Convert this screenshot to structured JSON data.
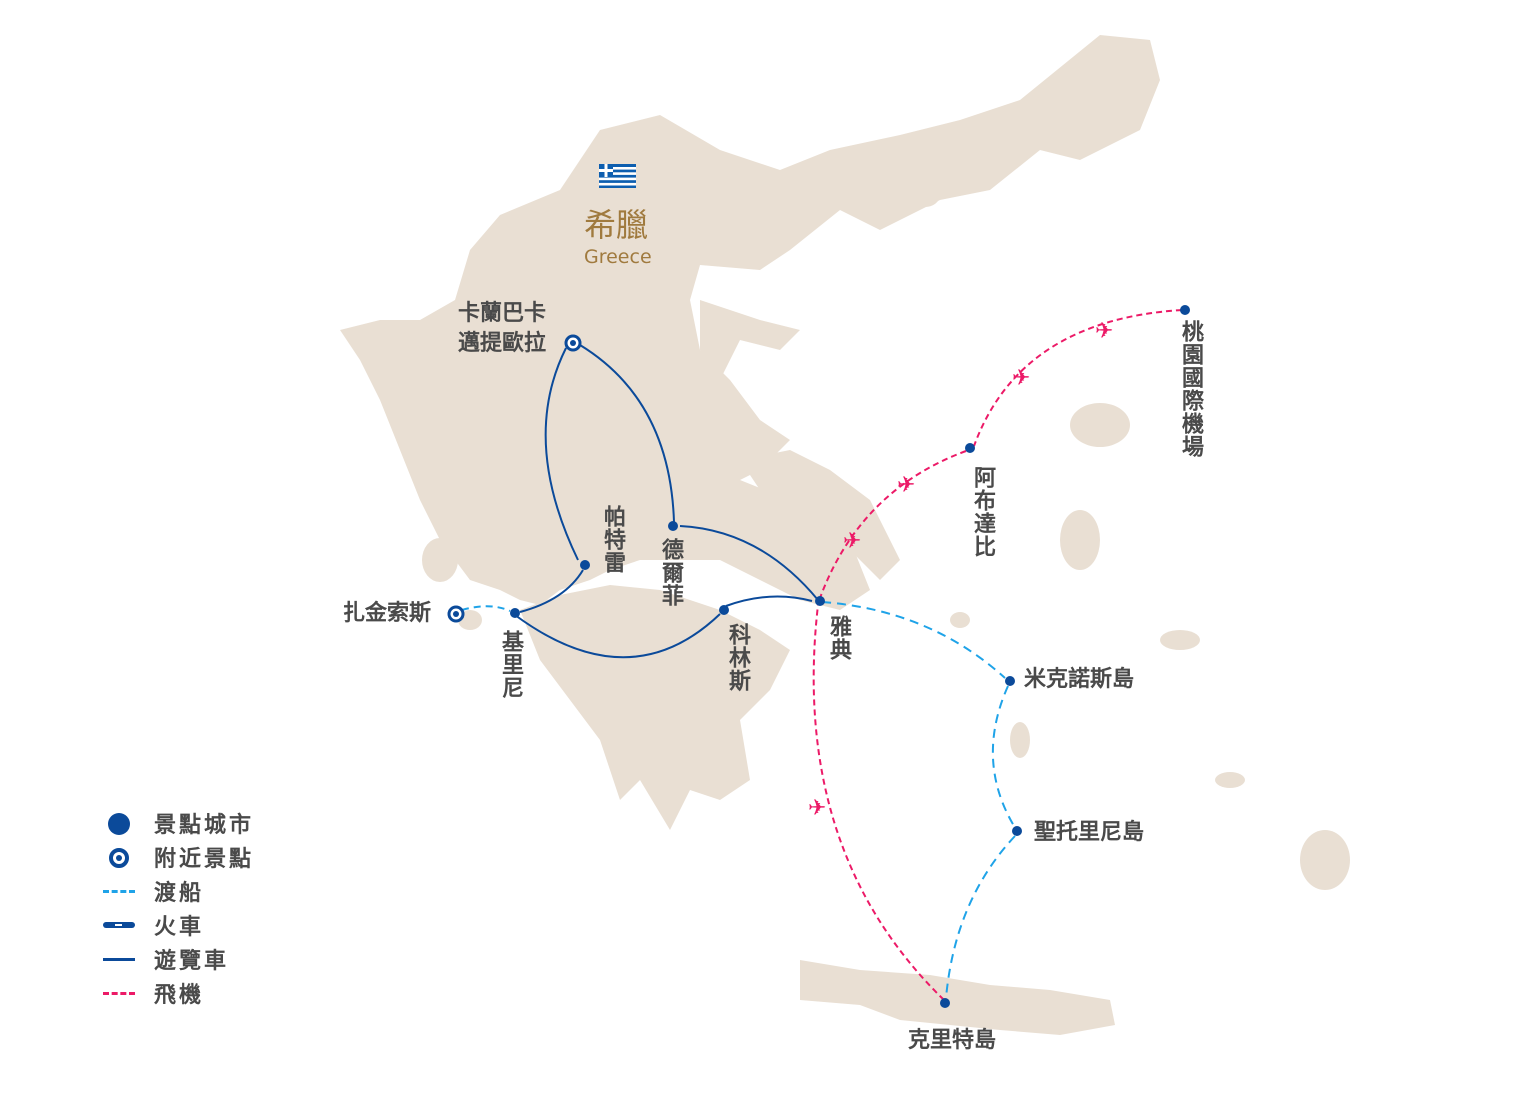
{
  "country": {
    "name_zh": "希臘",
    "name_en": "Greece",
    "flag": "greece-flag"
  },
  "cities": [
    {
      "id": "kalambaka",
      "name": "卡蘭巴卡邁提歐拉",
      "line1": "卡蘭巴卡",
      "line2": "邁提歐拉",
      "type": "nearby"
    },
    {
      "id": "patras",
      "name": "帕特雷",
      "type": "city"
    },
    {
      "id": "delphi",
      "name": "德爾菲",
      "type": "city"
    },
    {
      "id": "zakynthos",
      "name": "扎金索斯",
      "type": "nearby"
    },
    {
      "id": "kyllini",
      "name": "基里尼",
      "type": "city"
    },
    {
      "id": "corinth",
      "name": "科林斯",
      "type": "city"
    },
    {
      "id": "athens",
      "name": "雅典",
      "type": "city"
    },
    {
      "id": "mykonos",
      "name": "米克諾斯島",
      "type": "city"
    },
    {
      "id": "santorini",
      "name": "聖托里尼島",
      "type": "city"
    },
    {
      "id": "crete",
      "name": "克里特島",
      "type": "city"
    },
    {
      "id": "abudhabi",
      "name": "阿布達比",
      "type": "city"
    },
    {
      "id": "taoyuan",
      "name": "桃園國際機場",
      "type": "city"
    }
  ],
  "routes": [
    {
      "from": "taoyuan",
      "to": "abudhabi",
      "mode": "plane"
    },
    {
      "from": "abudhabi",
      "to": "athens",
      "mode": "plane"
    },
    {
      "from": "athens",
      "to": "delphi",
      "mode": "bus"
    },
    {
      "from": "delphi",
      "to": "kalambaka",
      "mode": "bus"
    },
    {
      "from": "kalambaka",
      "to": "patras",
      "mode": "bus"
    },
    {
      "from": "patras",
      "to": "kyllini",
      "mode": "bus"
    },
    {
      "from": "kyllini",
      "to": "zakynthos",
      "mode": "ferry"
    },
    {
      "from": "kyllini",
      "to": "corinth",
      "mode": "bus"
    },
    {
      "from": "corinth",
      "to": "athens",
      "mode": "bus"
    },
    {
      "from": "athens",
      "to": "mykonos",
      "mode": "ferry"
    },
    {
      "from": "mykonos",
      "to": "santorini",
      "mode": "ferry"
    },
    {
      "from": "santorini",
      "to": "crete",
      "mode": "ferry"
    },
    {
      "from": "crete",
      "to": "athens",
      "mode": "plane"
    }
  ],
  "legend": [
    {
      "label": "景點城市",
      "symbol": "dot"
    },
    {
      "label": "附近景點",
      "symbol": "ring"
    },
    {
      "label": "渡船",
      "symbol": "ferry"
    },
    {
      "label": "火車",
      "symbol": "train"
    },
    {
      "label": "遊覽車",
      "symbol": "bus"
    },
    {
      "label": "飛機",
      "symbol": "plane"
    }
  ],
  "colors": {
    "land": "#e9dfd3",
    "bus": "#0b4a9a",
    "ferry": "#1fa3e8",
    "plane": "#ec1a67",
    "title": "#a07a3e",
    "city": "#0b4a9a"
  }
}
